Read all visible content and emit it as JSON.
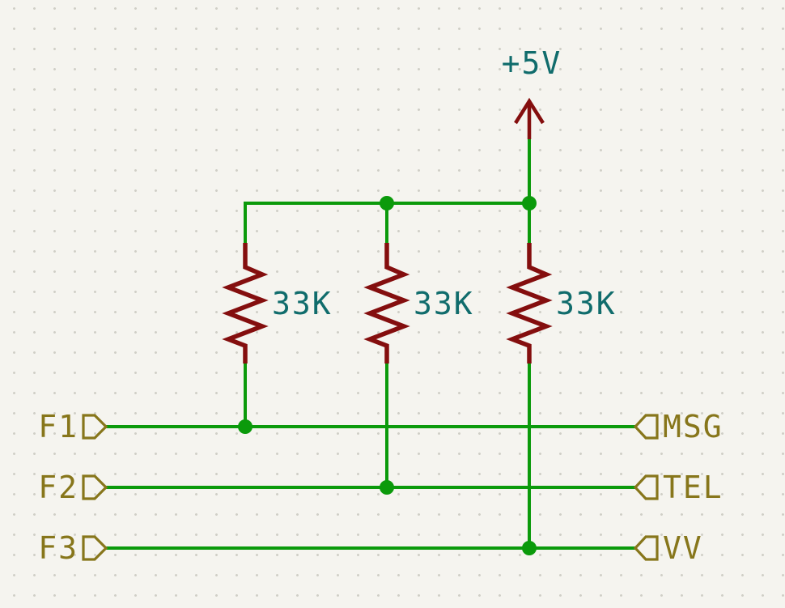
{
  "canvas": {
    "kind": "schematic-editor-canvas",
    "grid": "dots"
  },
  "colors": {
    "background": "#f5f4ef",
    "grid_dot": "#d0cfc7",
    "wire": "#0b9a0b",
    "junction": "#0b9a0b",
    "device": "#840e0e",
    "value_text": "#106c6c",
    "label": "#87761b"
  },
  "power_symbol": {
    "name": "+5V"
  },
  "resistors": [
    {
      "value": "33K"
    },
    {
      "value": "33K"
    },
    {
      "value": "33K"
    }
  ],
  "labels": {
    "left": [
      {
        "text": "F1"
      },
      {
        "text": "F2"
      },
      {
        "text": "F3"
      }
    ],
    "right": [
      {
        "text": "MSG"
      },
      {
        "text": "TEL"
      },
      {
        "text": "VV"
      }
    ]
  }
}
